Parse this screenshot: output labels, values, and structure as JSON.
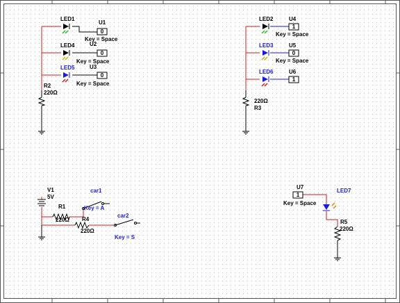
{
  "colors": {
    "wire_red": "#d41818",
    "wire_blue": "#1a1adf",
    "led_green": "#22c022",
    "led_yellow": "#c8b400",
    "led_red": "#e01818",
    "led_orange": "#f08000"
  },
  "circuit1": {
    "led1": "LED1",
    "led4": "LED4",
    "led5": "LED5",
    "u1": "U1",
    "u2": "U2",
    "u3": "U3",
    "u1_val": "0",
    "u2_val": "0",
    "u3_val": "0",
    "u1_key": "Key = Space",
    "u2_key": "Key = Space",
    "u3_key": "Key = Space",
    "r2": "R2",
    "r2_val": "220Ω"
  },
  "circuit2": {
    "led2": "LED2",
    "led3": "LED3",
    "led6": "LED6",
    "u4": "U4",
    "u5": "U5",
    "u6": "U6",
    "u4_val": "1",
    "u5_val": "0",
    "u6_val": "1",
    "u4_key": "Key = Space",
    "u5_key": "Key = Space",
    "r3": "R3",
    "r3_val": "220Ω"
  },
  "circuit3": {
    "v1": "V1",
    "v1_val": "5V",
    "r1": "R1",
    "r1_val": "220Ω",
    "r4": "R4",
    "r4_val": "220Ω",
    "car1": "car1",
    "car1_key": "Key = A",
    "car2": "car2",
    "car2_key": "Key = S"
  },
  "circuit4": {
    "u7": "U7",
    "u7_val": "1",
    "u7_key": "Key = Space",
    "led7": "LED7",
    "r5": "R5",
    "r5_val": "220Ω"
  }
}
